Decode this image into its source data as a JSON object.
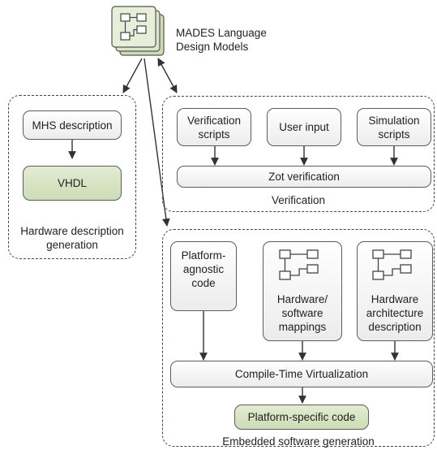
{
  "diagram": {
    "models": {
      "label_line1": "MADES Language",
      "label_line2": "Design Models",
      "icon": "uml-diagram-stack-icon"
    },
    "hardware_group": {
      "label_line1": "Hardware description",
      "label_line2": "generation",
      "mhs": "MHS description",
      "vhdl": "VHDL"
    },
    "verification_group": {
      "label": "Verification",
      "verif_scripts_1": "Verification",
      "verif_scripts_2": "scripts",
      "user_input": "User input",
      "sim_scripts_1": "Simulation",
      "sim_scripts_2": "scripts",
      "zot": "Zot verification"
    },
    "embedded_group": {
      "label": "Embedded software generation",
      "agnostic_1": "Platform-",
      "agnostic_2": "agnostic",
      "agnostic_3": "code",
      "mappings_1": "Hardware/",
      "mappings_2": "software",
      "mappings_3": "mappings",
      "arch_1": "Hardware",
      "arch_2": "architecture",
      "arch_3": "description",
      "ctv": "Compile-Time Virtualization",
      "specific": "Platform-specific code"
    },
    "colors": {
      "green_fill": "#d6e2c1",
      "border": "#5c5c5c",
      "arrow": "#333333"
    }
  }
}
